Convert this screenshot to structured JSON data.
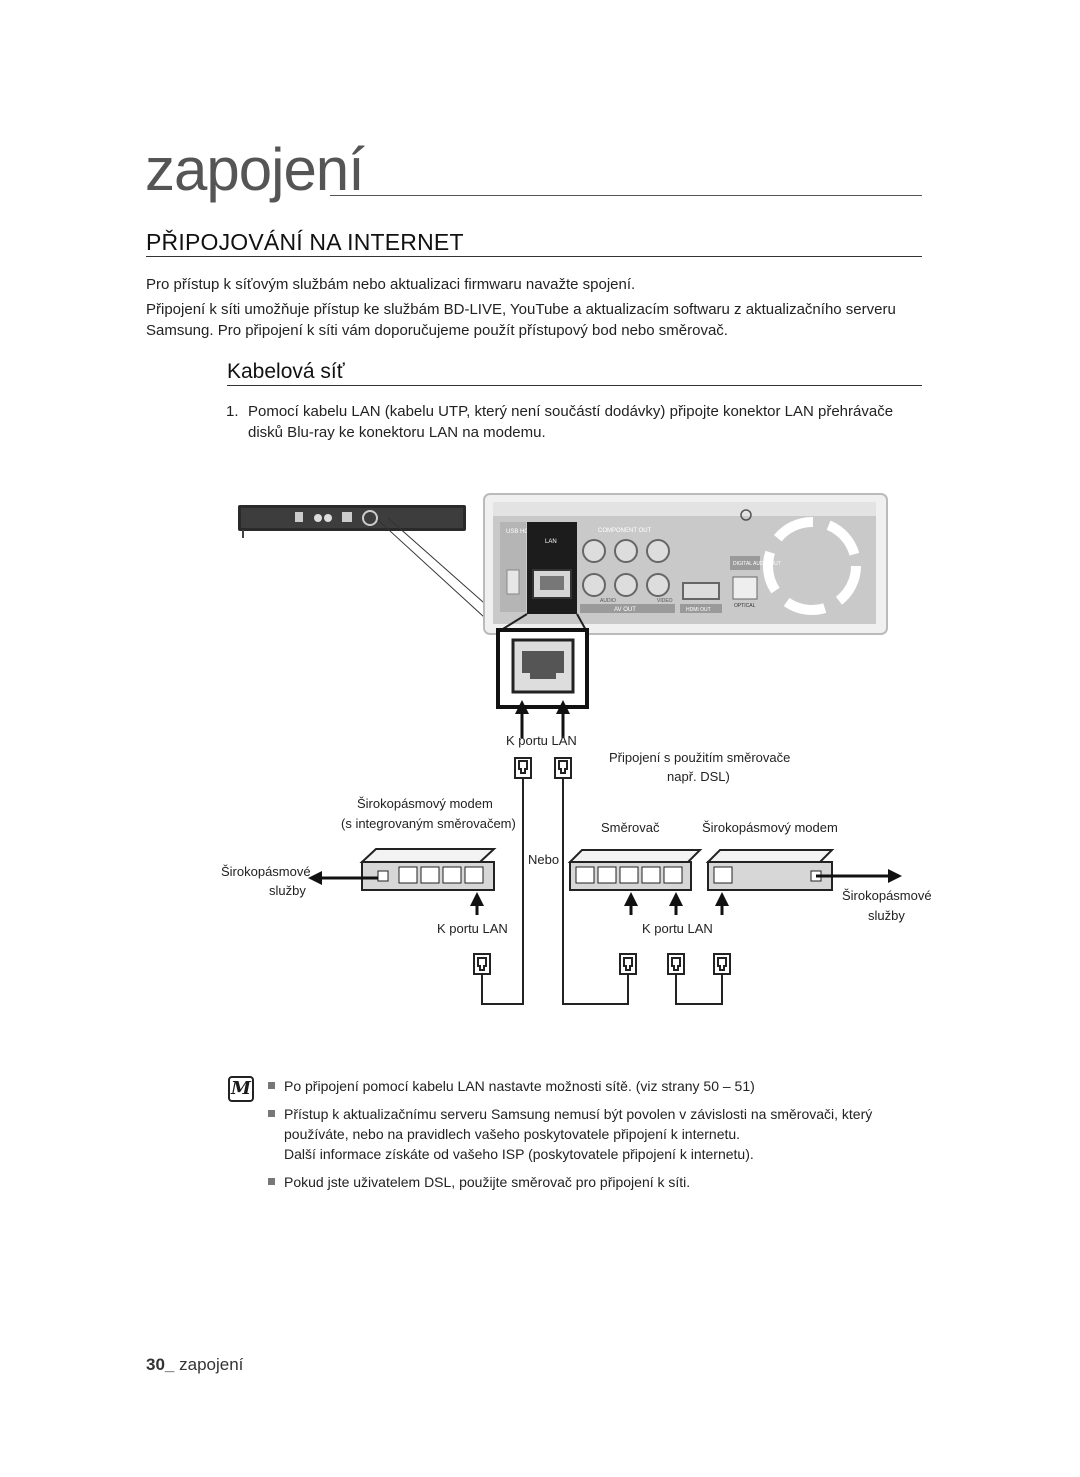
{
  "chapter": "zapojení",
  "section_title": "PŘIPOJOVÁNÍ NA INTERNET",
  "intro_1": "Pro přístup k síťovým službám nebo aktualizaci firmwaru navažte spojení.",
  "intro_2": "Připojení k síti umožňuje přístup ke službám BD-LIVE, YouTube a aktualizacím softwaru z aktualizačního serveru Samsung. Pro připojení k síti vám doporučujeme použít přístupový bod nebo směrovač.",
  "subsection": "Kabelová síť",
  "step_num": "1.",
  "step_text": "Pomocí kabelu LAN (kabelu UTP, který není součástí dodávky) připojte konektor LAN přehrávače disků Blu-ray ke konektoru LAN na modemu.",
  "diagram": {
    "panel": {
      "usb_host": "USB HOST",
      "lan": "LAN",
      "component_out": "COMPONENT OUT",
      "audio": "AUDIO",
      "video": "VIDEO",
      "av_out": "AV OUT",
      "hdmi_out": "HDMI OUT",
      "digital_audio_out": "DIGITAL AUDIO OUT",
      "optical": "OPTICAL"
    },
    "k_portu_lan_top": "K portu LAN",
    "router_title_1": "Připojení s použitím směrovače",
    "router_title_2": "např. DSL)",
    "modem_label_1": "Širokopásmový modem",
    "modem_label_2": "(s integrovaným směrovačem)",
    "router_label": "Směrovač",
    "modem_label_right": "Širokopásmový modem",
    "nebo": "Nebo",
    "services_left_1": "Širokopásmové",
    "services_left_2": "služby",
    "services_right_1": "Širokopásmové",
    "services_right_2": "služby",
    "k_portu_lan_left": "K portu LAN",
    "k_portu_lan_right": "K portu LAN"
  },
  "notes": [
    "Po připojení pomocí kabelu LAN nastavte možnosti sítě. (viz strany 50 – 51)",
    "Přístup k aktualizačnímu serveru Samsung nemusí být povolen v závislosti na směrovači, který používáte, nebo na pravidlech vašeho poskytovatele připojení k internetu.",
    "Další informace získáte od vašeho ISP (poskytovatele připojení k internetu).",
    "Pokud jste uživatelem DSL, použijte směrovač pro připojení k síti."
  ],
  "footer_num": "30_",
  "footer_text": "zapojení"
}
